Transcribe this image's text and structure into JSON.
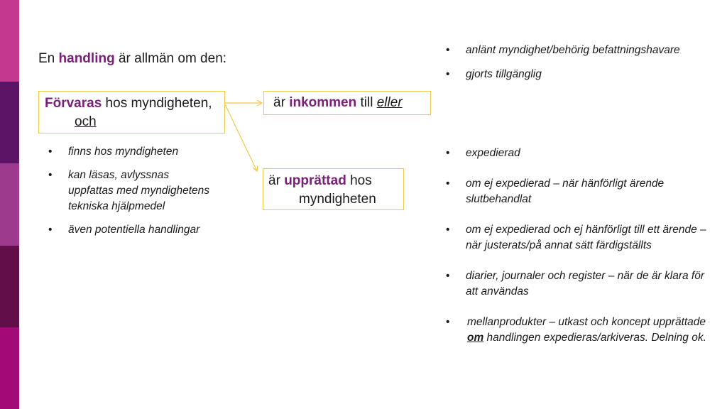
{
  "colors": {
    "accent": "#7a1f78",
    "box_border": "#f2c84b",
    "strip": [
      "#c4388f",
      "#5c1467",
      "#9e3a8e",
      "#620e48",
      "#a30a78"
    ]
  },
  "title": {
    "pre": "En ",
    "bold": "handling",
    "post": " är allmän om den:"
  },
  "box_stored": {
    "bold": "Förvaras",
    "rest": " hos myndigheten,",
    "and": "och"
  },
  "box_received": {
    "pre": "är ",
    "bold": "inkommen",
    "mid": " till ",
    "or": "eller"
  },
  "box_created": {
    "pre": "är ",
    "bold": "upprättad",
    "post": " hos",
    "line2": "myndigheten"
  },
  "left_bullets": [
    "finns hos myndigheten",
    "kan läsas, avlyssnas uppfattas med myndighetens tekniska hjälpmedel",
    "även potentiella handlingar"
  ],
  "received_bullets": [
    "anlänt myndighet/behörig befattningshavare",
    "gjorts tillgänglig"
  ],
  "created_bullets": [
    "expedierad",
    "om ej expedierad – när hänförligt ärende slutbehandlat",
    "om ej expedierad och ej hänförligt till ett ärende – när justerats/på annat sätt färdigställts",
    "diarier, journaler och register – när de är klara för att användas"
  ],
  "last_bullet": {
    "pre": "mellanprodukter – utkast och koncept upprättade ",
    "om": "om",
    "post": " handlingen expedieras/arkiveras. Delning ok."
  }
}
